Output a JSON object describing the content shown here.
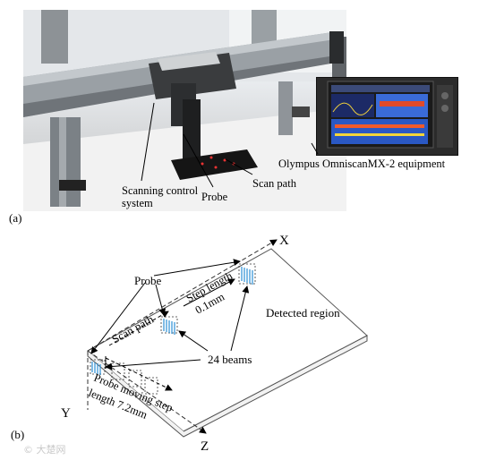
{
  "panel_a": {
    "caption": "(a)",
    "labels": {
      "scanning_control": "Scanning control\nsystem",
      "probe": "Probe",
      "scan_path": "Scan path",
      "equipment": "Olympus OmniscanMX-2 equipment"
    }
  },
  "panel_b": {
    "caption": "(b)",
    "axes": {
      "x": "X",
      "y": "Y",
      "z": "Z"
    },
    "labels": {
      "probe": "Probe",
      "scan_path": "Scan path",
      "step_length": "Step length",
      "step_value": "0.1mm",
      "detected_region": "Detected  region",
      "beams": "24 beams",
      "probe_step_1": "Probe moving step",
      "probe_step_2": "length 7.2mm"
    }
  },
  "watermark": "© 大楚网"
}
